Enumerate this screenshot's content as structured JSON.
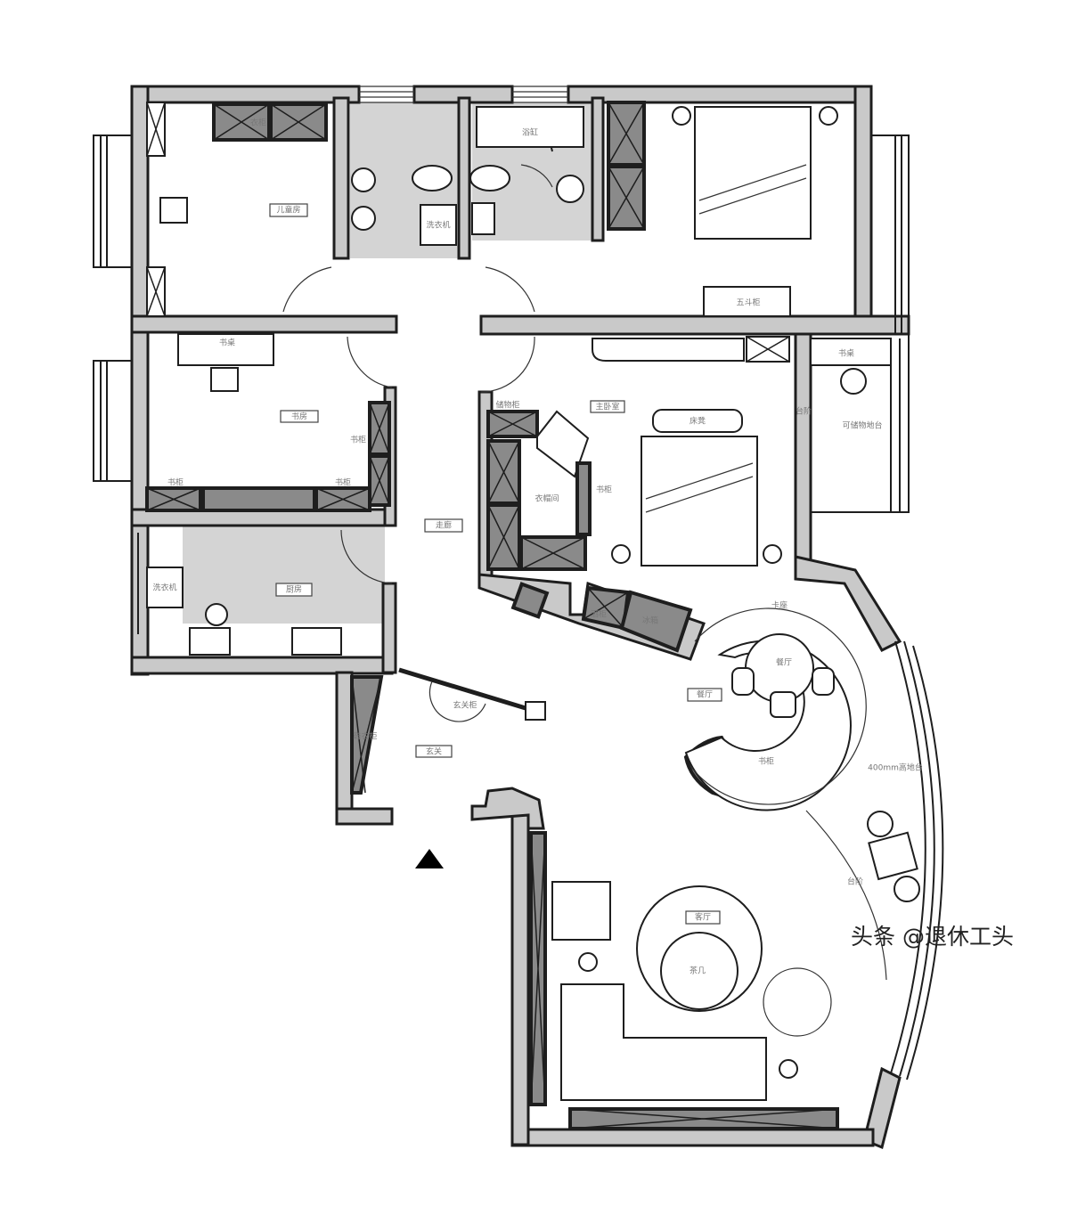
{
  "rooms": {
    "children_room": "儿童房",
    "wardrobe_child": "衣柜",
    "bathtub": "浴缸",
    "washer_bath": "洗衣机",
    "dresser": "五斗柜",
    "desk_balcony": "书桌",
    "step_balcony": "台阶",
    "storage_platform": "可储物地台",
    "master_bedroom": "主卧室",
    "bench": "床凳",
    "study_desk": "书桌",
    "study": "书房",
    "bookcase_right": "书柜",
    "bookcase_left": "书柜",
    "bookcase_mid": "书柜",
    "storage_cabinet": "储物柜",
    "walk_in_closet": "衣帽间",
    "closet_bookcase": "书柜",
    "corridor": "走廊",
    "kitchen": "厨房",
    "washer_kitchen": "洗衣机",
    "booth": "卡座",
    "dining_table": "餐厅",
    "dining": "餐厅",
    "fridge": "冰箱",
    "cabinet_small": "酒柜",
    "foyer_cabinet": "玄关柜",
    "foyer": "玄关",
    "shoe_cabinet": "鞋衣柜",
    "dining_bookcase": "书柜",
    "platform": "400mm高地台",
    "step_living": "台阶",
    "living_room": "客厅",
    "coffee_table": "茶几"
  },
  "watermark": "头条 @退休工头",
  "colors": {
    "wall": "#c9c9c9",
    "cabinet": "#8a8a8a",
    "line": "#1e1e1e"
  },
  "icons": {
    "entrance": "triangle-up-icon"
  }
}
